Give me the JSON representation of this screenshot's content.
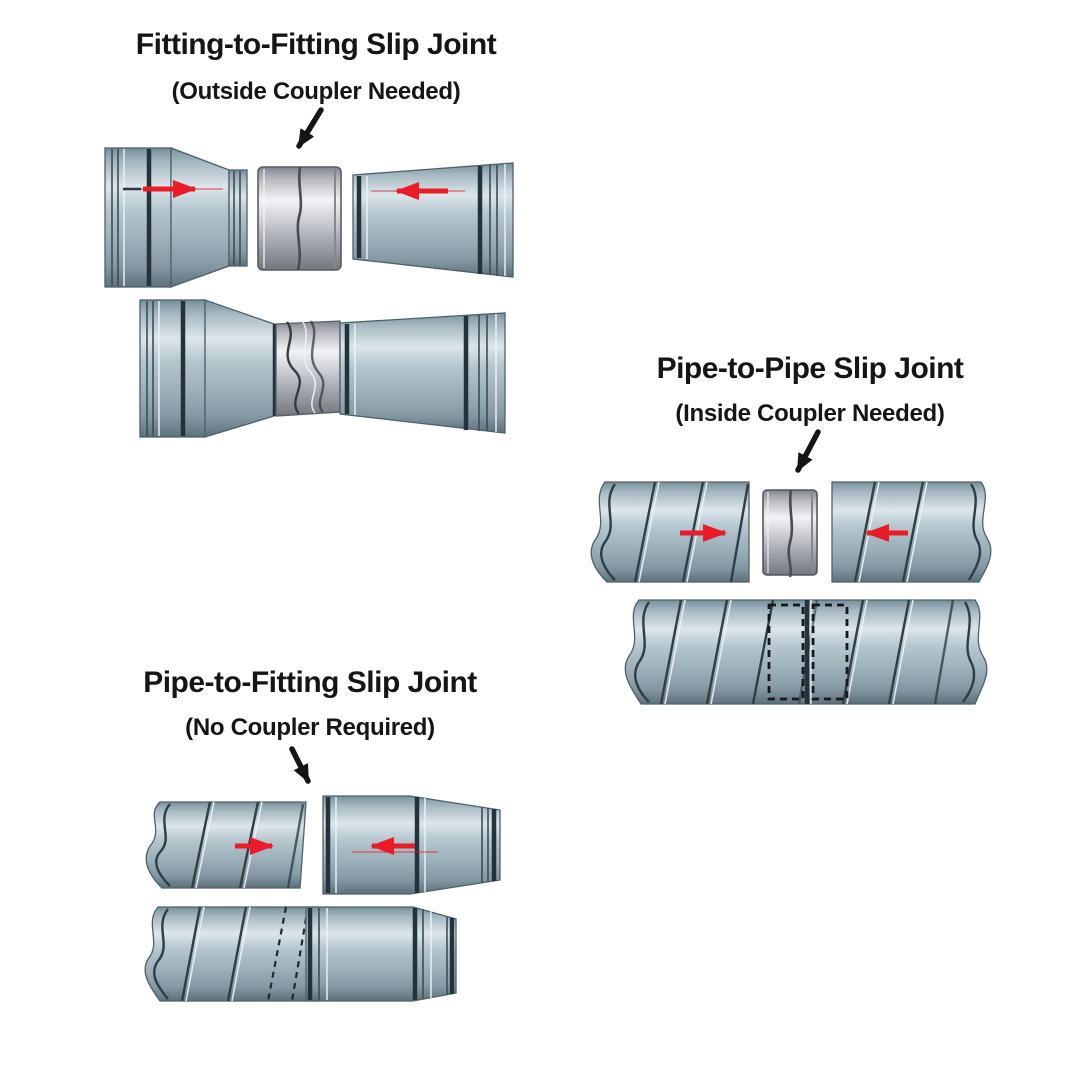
{
  "figure": {
    "background": "#ffffff",
    "description": "Diagram of three sheet-metal duct slip joint types with exploded and assembled views"
  },
  "colors": {
    "text": "#151515",
    "arrow_red": "#ea1c27",
    "steel_mid": "#a9bec7",
    "steel_highlight": "#dce6ea",
    "steel_shadow": "#5d717b",
    "coupler_silver": "#d3d5da",
    "seam_dark": "#2f3e46"
  },
  "sections": [
    {
      "id": "fitting-to-fitting",
      "title": "Fitting-to-Fitting Slip Joint",
      "subtitle": "(Outside Coupler Needed)",
      "coupler_type": "outside"
    },
    {
      "id": "pipe-to-pipe",
      "title": "Pipe-to-Pipe Slip Joint",
      "subtitle": "(Inside Coupler Needed)",
      "coupler_type": "inside"
    },
    {
      "id": "pipe-to-fitting",
      "title": "Pipe-to-Fitting Slip Joint",
      "subtitle": "(No Coupler Required)",
      "coupler_type": "none"
    }
  ]
}
